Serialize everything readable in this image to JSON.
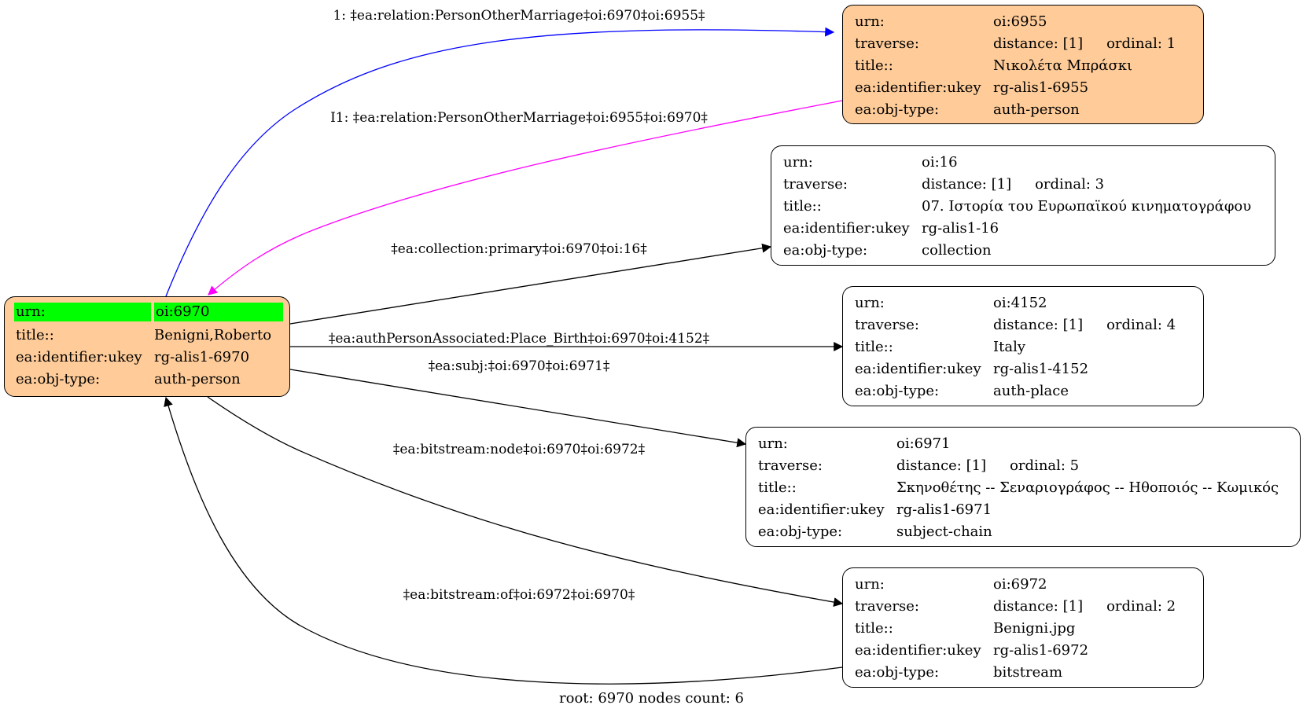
{
  "root_node": {
    "rows": [
      {
        "key": "urn:",
        "value": "oi:6970"
      },
      {
        "key": "title::",
        "value": "Benigni,Roberto"
      },
      {
        "key": "ea:identifier:ukey",
        "value": "rg-alis1-6970"
      },
      {
        "key": "ea:obj-type:",
        "value": "auth-person"
      }
    ]
  },
  "nodes": [
    {
      "id": "oi:6955",
      "urn": "oi:6955",
      "distance": "distance: [1]",
      "ordinal": "ordinal: 1",
      "title": "Νικολέτα Μπράσκι",
      "ukey": "rg-alis1-6955",
      "obj_type": "auth-person"
    },
    {
      "id": "oi:16",
      "urn": "oi:16",
      "distance": "distance: [1]",
      "ordinal": "ordinal: 3",
      "title": "07. Ιστορία του Ευρωπαϊκού κινηματογράφου",
      "ukey": "rg-alis1-16",
      "obj_type": "collection"
    },
    {
      "id": "oi:4152",
      "urn": "oi:4152",
      "distance": "distance: [1]",
      "ordinal": "ordinal: 4",
      "title": "Italy",
      "ukey": "rg-alis1-4152",
      "obj_type": "auth-place"
    },
    {
      "id": "oi:6971",
      "urn": "oi:6971",
      "distance": "distance: [1]",
      "ordinal": "ordinal: 5",
      "title": "Σκηνοθέτης -- Σεναριογράφος -- Ηθοποιός -- Κωμικός",
      "ukey": "rg-alis1-6971",
      "obj_type": "subject-chain"
    },
    {
      "id": "oi:6972",
      "urn": "oi:6972",
      "distance": "distance: [1]",
      "ordinal": "ordinal: 2",
      "title": "Benigni.jpg",
      "ukey": "rg-alis1-6972",
      "obj_type": "bitstream"
    }
  ],
  "labels": {
    "urn": "urn:",
    "traverse": "traverse:",
    "title": "title::",
    "ukey": "ea:identifier:ukey",
    "obj_type": "ea:obj-type:"
  },
  "edges": [
    {
      "label": "1: ‡ea:relation:PersonOtherMarriage‡oi:6970‡oi:6955‡",
      "color": "#0000ff"
    },
    {
      "label": "I1: ‡ea:relation:PersonOtherMarriage‡oi:6955‡oi:6970‡",
      "color": "#ff00ff"
    },
    {
      "label": "‡ea:collection:primary‡oi:6970‡oi:16‡",
      "color": "#000000"
    },
    {
      "label": "‡ea:authPersonAssociated:Place_Birth‡oi:6970‡oi:4152‡",
      "color": "#000000"
    },
    {
      "label": "‡ea:subj:‡oi:6970‡oi:6971‡",
      "color": "#000000"
    },
    {
      "label": "‡ea:bitstream:node‡oi:6970‡oi:6972‡",
      "color": "#000000"
    },
    {
      "label": "‡ea:bitstream:of‡oi:6972‡oi:6970‡",
      "color": "#000000"
    }
  ],
  "highlight_colors": {
    "root_fill": "#ffcc99",
    "root_urn_highlight": "#00ff00",
    "outgoing_relation": "#0000ff",
    "inverse_relation": "#ff00ff"
  },
  "footer": "root: 6970 nodes count: 6"
}
